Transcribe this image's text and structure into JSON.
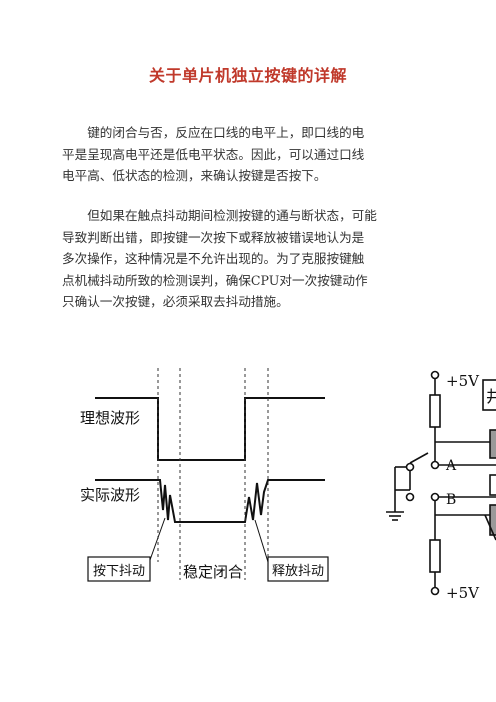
{
  "title": "关于单片机独立按键的详解",
  "paragraphs": [
    [
      "　　键的闭合与否，反应在口线的电平上，即口线的电",
      "平是呈现高电平还是低电平状态。因此，可以通过口线",
      "电平高、低状态的检测，来确认按键是否按下。"
    ],
    [
      "　　但如果在触点抖动期间检测按键的通与断状态，可能",
      "导致判断出错，即按键一次按下或释放被错误地认为是",
      "多次操作，这种情况是不允许出现的。为了克服按键触",
      "点机械抖动所致的检测误判，确保CPU对一次按键动作",
      "只确认一次按键，必须采取去抖动措施。"
    ]
  ],
  "figure": {
    "ideal_label": "理想波形",
    "actual_label": "实际波形",
    "press_label": "按下抖动",
    "stable_label": "稳定闭合",
    "release_label": "释放抖动",
    "vcc_top": "+5V",
    "node_a": "A",
    "node_b": "B",
    "vcc_bottom": "+5V",
    "partial_box_char": "井"
  }
}
